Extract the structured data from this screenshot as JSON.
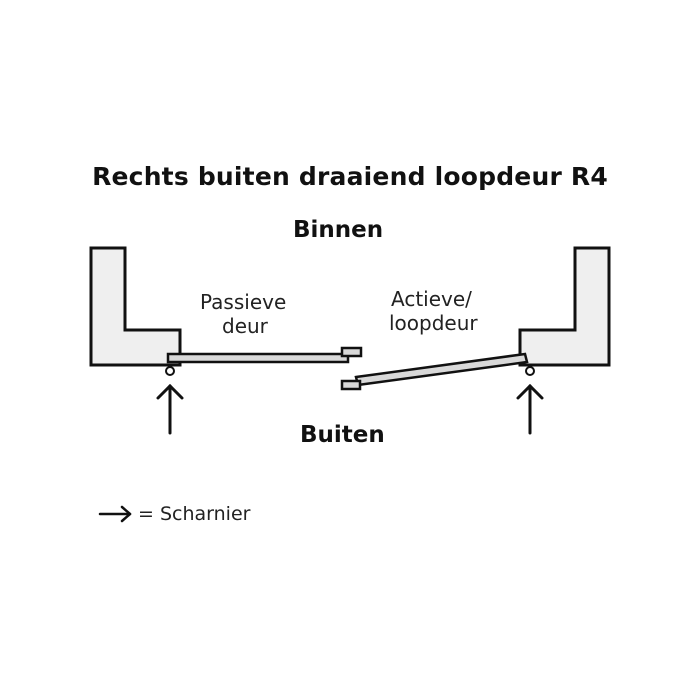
{
  "title": "Rechts buiten draaiend loopdeur R4",
  "inside_label": "Binnen",
  "outside_label": "Buiten",
  "passive_door": {
    "line1": "Passieve",
    "line2": "deur"
  },
  "active_door": {
    "line1": "Actieve/",
    "line2": "loopdeur"
  },
  "legend": {
    "text": "= Scharnier",
    "icon": "arrow-right-icon"
  },
  "colors": {
    "wall_fill": "#efefef",
    "door_fill": "#d9d9d9",
    "stroke": "#111111"
  }
}
